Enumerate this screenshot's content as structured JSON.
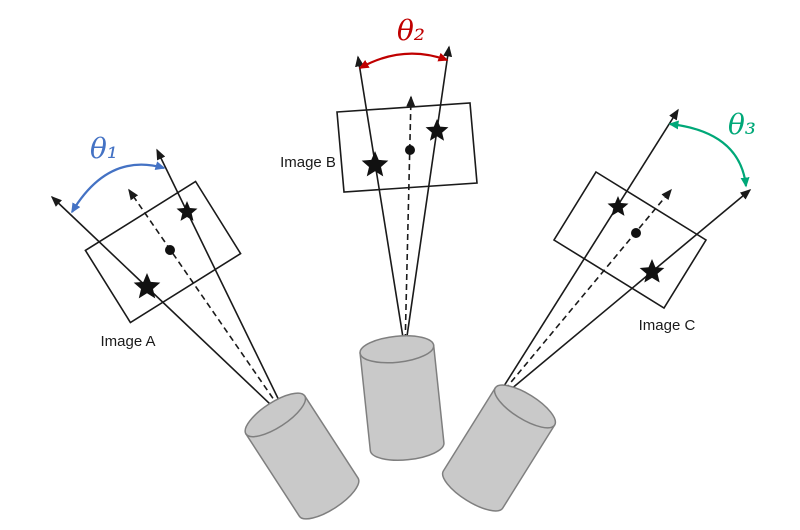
{
  "figure": {
    "labels": {
      "image_a": "Image A",
      "image_b": "Image B",
      "image_c": "Image C",
      "theta_1": "θ₁",
      "theta_2": "θ₂",
      "theta_3": "θ₃"
    },
    "colors": {
      "theta_1": "#4472C4",
      "theta_2": "#C00000",
      "theta_3": "#00A878",
      "line": "#1A1A1A",
      "camera_fill": "#C9C9C9",
      "camera_stroke": "#7F7F7F",
      "background": "#FFFFFF"
    }
  }
}
